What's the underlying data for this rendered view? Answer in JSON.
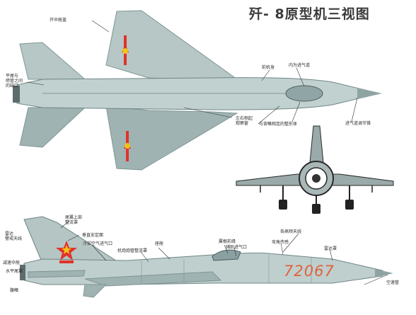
{
  "title": "歼- 8原型机三视图",
  "serial_number": "72067",
  "colors": {
    "airframe": "#a9bcbc",
    "airframe_dark": "#7f9696",
    "airframe_light": "#d9e4e2",
    "insignia_red": "#e2312a",
    "insignia_yellow": "#f0c419",
    "outline": "#2a2a2a",
    "background": "#ffffff"
  },
  "top_view_labels": {
    "fin_fairing": "开伞舱盖",
    "tailplane_gap": "平尾与\n喷管之间\n的缺口",
    "front_fuselage": "前机身",
    "inner_intake": "内为进气道",
    "side_windows": "左右侧起\n观察窗",
    "intake_cone": "进气道调节锥",
    "spine_fairing": "与背鳍相连的整形体"
  },
  "side_view_labels": {
    "fin_top": "尾翼上部\n整流罩",
    "test_antenna": "雷达\n警戒天线",
    "fin_fairing": "垂直安定面",
    "cooling_intake": "冷却空气进气口",
    "canopy": "座舱",
    "gun_fairing": "机炮炮管整流罩",
    "spine_antenna": "翼根前缘",
    "aux_intake": "辅助进气口",
    "air_brake": "减速伞舱",
    "tailplane": "水平尾翼",
    "ventral_fin": "腹鳍",
    "nose_probe_antenna": "各高频天线",
    "pitot": "攻角传感",
    "radome": "雷达罩",
    "pitot_tube": "空速管"
  }
}
